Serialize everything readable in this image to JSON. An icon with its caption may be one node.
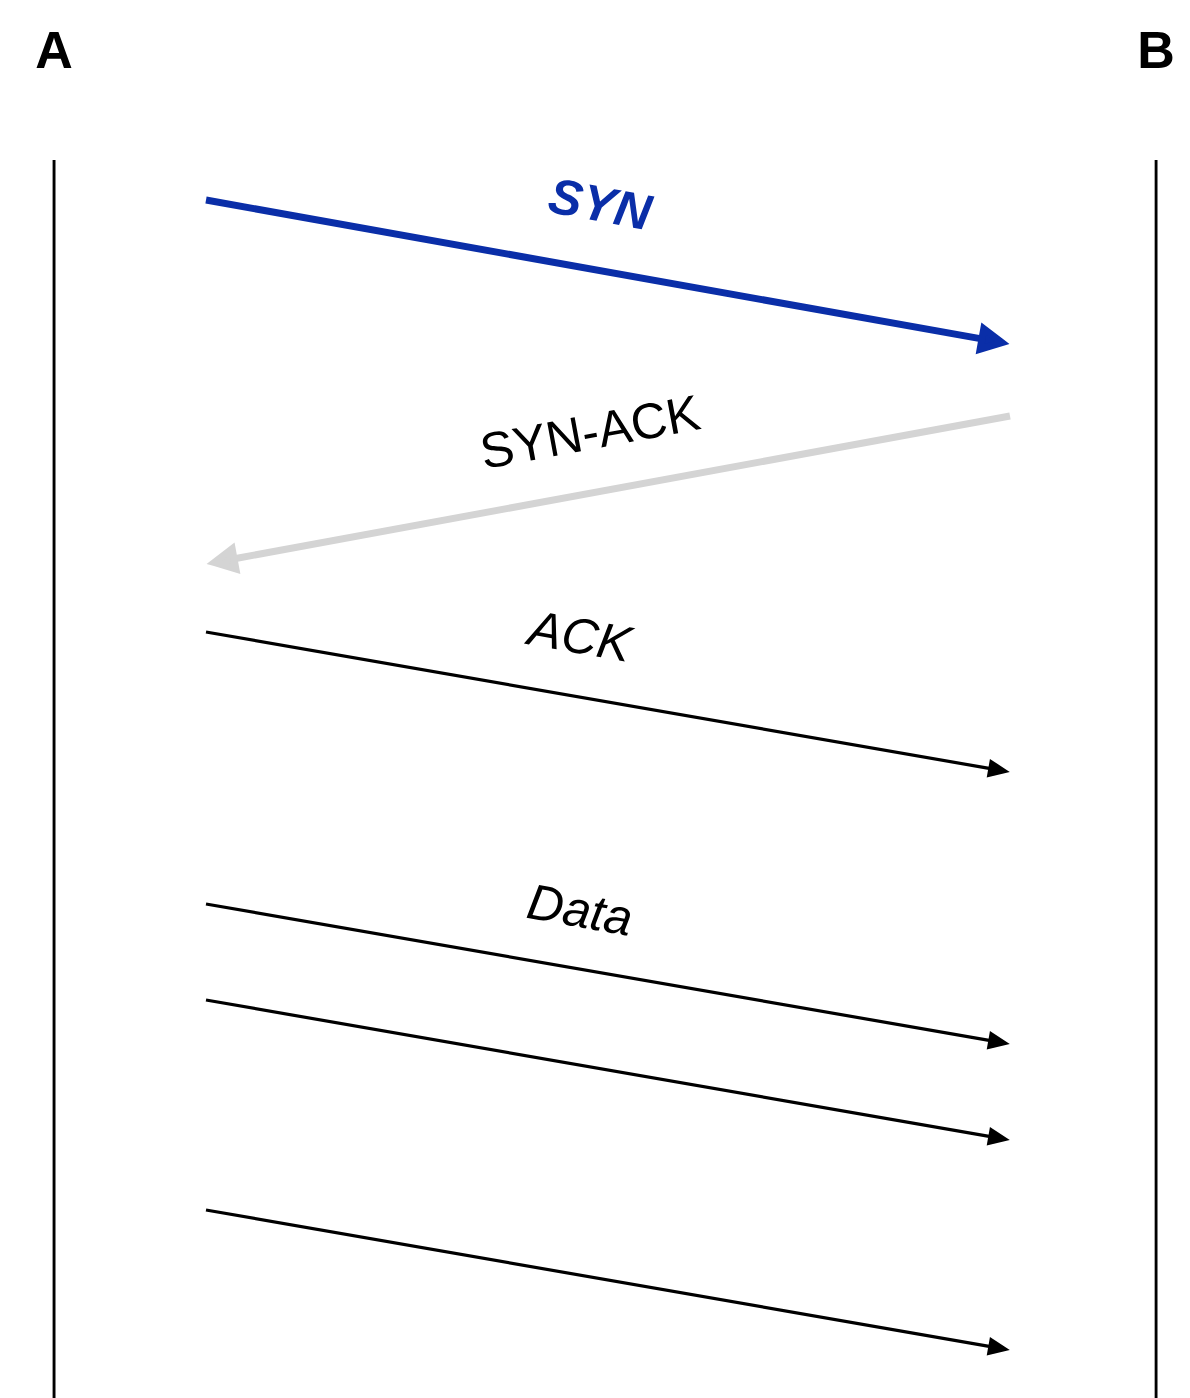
{
  "diagram": {
    "labels": [
      "A",
      "B",
      "SYN",
      "SYN-ACK",
      "ACK",
      "Data"
    ]
  }
}
